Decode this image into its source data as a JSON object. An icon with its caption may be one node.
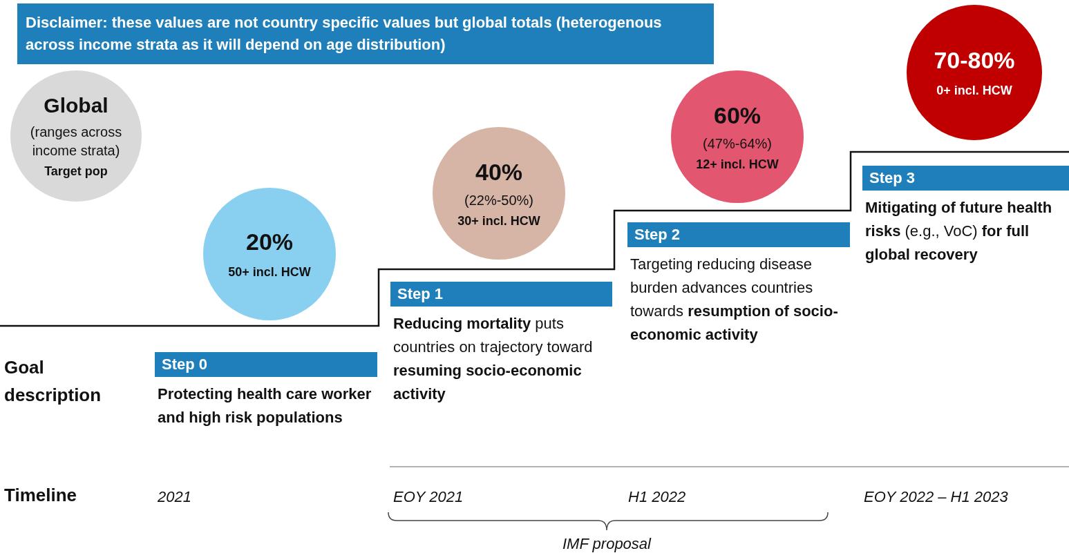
{
  "diagram": {
    "nodes": [
      {
        "text": [
          "Disclaimer: these values are not country specific values but global totals (heterogenous across income strata as it will depend on age distribution)"
        ]
      },
      {
        "text": [
          "Global",
          "(ranges across income strata)",
          "Target pop"
        ]
      },
      {
        "text": [
          "20%",
          "50+ incl. HCW"
        ]
      },
      {
        "text": [
          "40%",
          "(22%-50%)",
          "30+ incl. HCW"
        ]
      },
      {
        "text": [
          "60%",
          "(47%-64%)",
          "12+ incl. HCW"
        ]
      },
      {
        "text": [
          "70-80%",
          "0+ incl. HCW"
        ]
      },
      {
        "text": [
          "Step 0"
        ],
        "beside": [
          "**Protecting health care worker and high risk populations**"
        ]
      },
      {
        "text": [
          "Step 1"
        ],
        "beside": [
          "**Reducing mortality** puts countries on trajectory toward **resuming socio-economic activity**"
        ]
      },
      {
        "text": [
          "Step 2"
        ],
        "beside": [
          "Targeting reducing disease burden advances countries towards **resumption of socio-economic activity**"
        ]
      },
      {
        "text": [
          "Step 3"
        ],
        "beside": [
          "**Mitigating of future health risks** (e.g., VoC) **for full global recovery**"
        ]
      }
    ],
    "labels": [
      "Goal description",
      "Timeline",
      "2021",
      "EOY 2021",
      "H1 2022",
      "EOY 2022 – H1 2023",
      "IMF proposal"
    ]
  }
}
